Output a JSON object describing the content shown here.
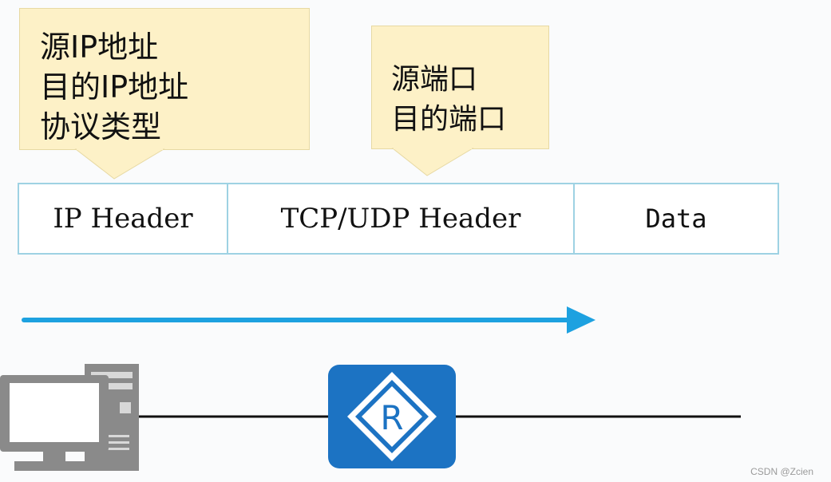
{
  "colors": {
    "callout_fill": "#fdf1c7",
    "callout_border": "#e7d9a3",
    "cell_border": "#9ed2e3",
    "arrow": "#1da1e0",
    "router_fill": "#1c73c3",
    "computer_gray": "#8a8a8a"
  },
  "callouts": {
    "ip": {
      "lines": [
        "源IP地址",
        "目的IP地址",
        "协议类型"
      ]
    },
    "port": {
      "lines": [
        "源端口",
        "目的端口"
      ]
    }
  },
  "packet": {
    "fields": [
      {
        "label": "IP Header"
      },
      {
        "label": "TCP/UDP Header"
      },
      {
        "label": "Data"
      }
    ]
  },
  "router": {
    "icon_letter": "R"
  },
  "icons": {
    "computer": "desktop-computer-icon",
    "router": "router-icon",
    "arrow": "direction-arrow-icon"
  },
  "watermark": "CSDN @Zcien"
}
